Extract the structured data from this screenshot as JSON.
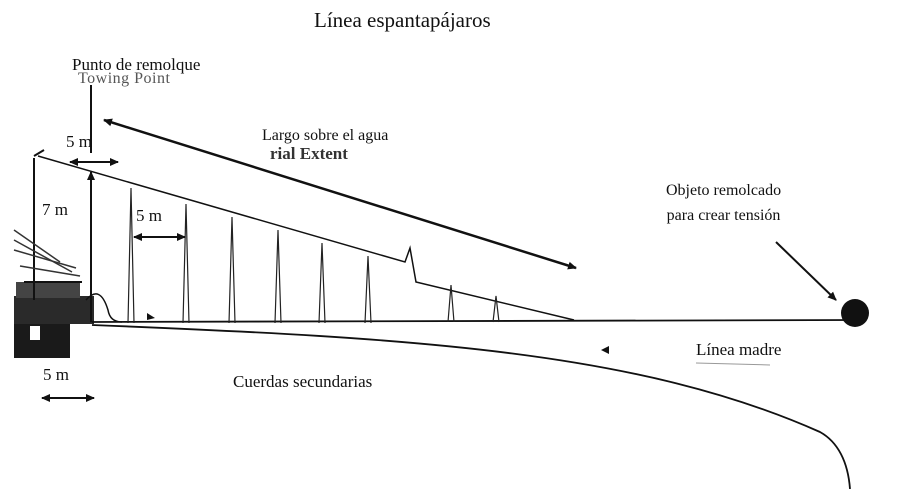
{
  "title": "Línea espantapájaros",
  "labels": {
    "towing_point": "Punto de remolque",
    "towing_point_ghost": "Towing Point",
    "aerial_extent": "Largo sobre el agua",
    "aerial_extent_ghost": "rial Extent",
    "towed_object_line1": "Objeto remolcado",
    "towed_object_line2": "para crear tensión",
    "mainline": "Línea madre",
    "branch_lines": "Cuerdas secundarias"
  },
  "dimensions": {
    "top_offset": "5 m",
    "height": "7 m",
    "streamer_spacing": "5 m",
    "bottom_offset": "5 m"
  },
  "colors": {
    "ink": "#111111",
    "vessel": "#1a1a1a",
    "object": "#111111"
  }
}
